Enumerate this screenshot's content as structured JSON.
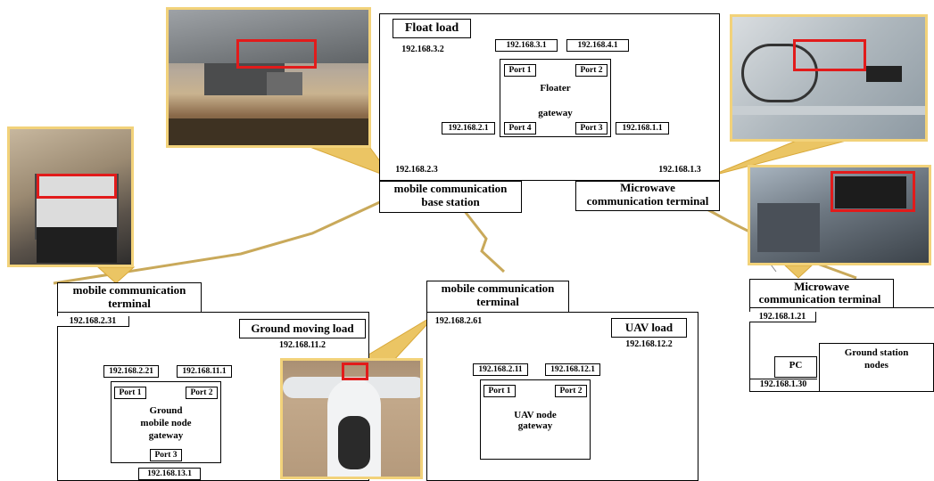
{
  "colors": {
    "callout": "#ebc564",
    "callout_edge": "#d9a93a",
    "highlight": "#e21b1b",
    "line": "#000000",
    "link": "#c9a95a"
  },
  "floater": {
    "float_load": "Float load",
    "float_load_ip": "192.168.3.2",
    "ip_3_1": "192.168.3.1",
    "ip_4_1": "192.168.4.1",
    "gateway_line1": "Floater",
    "gateway_line2": "gateway",
    "port1": "Port 1",
    "port2": "Port 2",
    "port3": "Port 3",
    "port4": "Port 4",
    "ip_2_1": "192.168.2.1",
    "ip_1_1": "192.168.1.1",
    "ip_2_3": "192.168.2.3",
    "ip_1_3": "192.168.1.3",
    "base_station_line1": "mobile communication",
    "base_station_line2": "base station",
    "microwave_line1": "Microwave",
    "microwave_line2": "communication terminal"
  },
  "ground_mobile": {
    "terminal_line1": "mobile communication",
    "terminal_line2": "terminal",
    "ip_terminal": "192.168.2.31",
    "load": "Ground moving load",
    "load_ip": "192.168.11.2",
    "ip_2_21": "192.168.2.21",
    "ip_11_1": "192.168.11.1",
    "port1": "Port 1",
    "port2": "Port 2",
    "port3": "Port 3",
    "gateway_line1": "Ground",
    "gateway_line2": "mobile node",
    "gateway_line3": "gateway",
    "ip_13_1": "192.168.13.1"
  },
  "uav": {
    "terminal_line1": "mobile communication",
    "terminal_line2": "terminal",
    "ip_terminal": "192.168.2.61",
    "load": "UAV load",
    "load_ip": "192.168.12.2",
    "ip_2_11": "192.168.2.11",
    "ip_12_1": "192.168.12.1",
    "port1": "Port 1",
    "port2": "Port 2",
    "gateway_line1": "UAV node",
    "gateway_line2": "gateway"
  },
  "ground_station": {
    "terminal_line1": "Microwave",
    "terminal_line2": "communication terminal",
    "ip_terminal": "192.168.1.21",
    "pc": "PC",
    "pc_ip": "192.168.1.30",
    "nodes_line1": "Ground station",
    "nodes_line2": "nodes"
  },
  "photos": {
    "airship": "airship-underside-photo",
    "floater_equipment": "floater-equipment-photo",
    "car_equipment": "vehicle-equipment-photo",
    "station_equipment": "station-equipment-photo",
    "uav": "uav-photo"
  }
}
